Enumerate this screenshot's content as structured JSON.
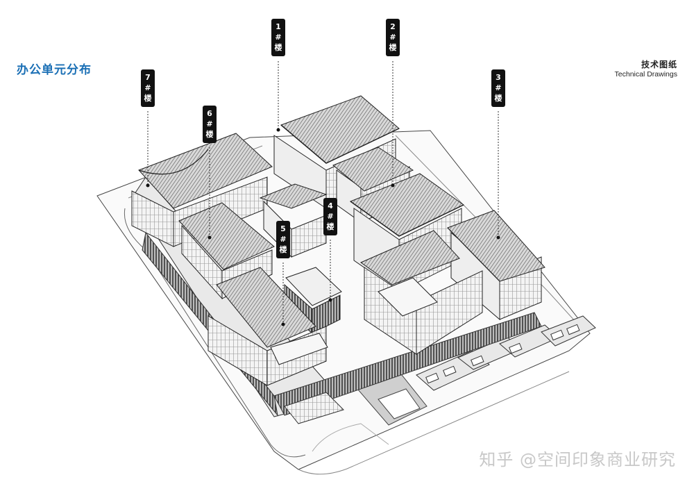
{
  "header": {
    "title": "办公单元分布",
    "tech_cn": "技术图纸",
    "tech_en": "Technical Drawings"
  },
  "buildings": [
    {
      "num": "1",
      "hash": "#",
      "suffix": "楼"
    },
    {
      "num": "2",
      "hash": "#",
      "suffix": "楼"
    },
    {
      "num": "3",
      "hash": "#",
      "suffix": "楼"
    },
    {
      "num": "4",
      "hash": "#",
      "suffix": "楼"
    },
    {
      "num": "5",
      "hash": "#",
      "suffix": "楼"
    },
    {
      "num": "6",
      "hash": "#",
      "suffix": "楼"
    },
    {
      "num": "7",
      "hash": "#",
      "suffix": "楼"
    }
  ],
  "watermark": "知乎 @空间印象商业研究",
  "colors": {
    "title": "#1a6fb5",
    "tag_bg": "#111111",
    "line": "#333333"
  }
}
